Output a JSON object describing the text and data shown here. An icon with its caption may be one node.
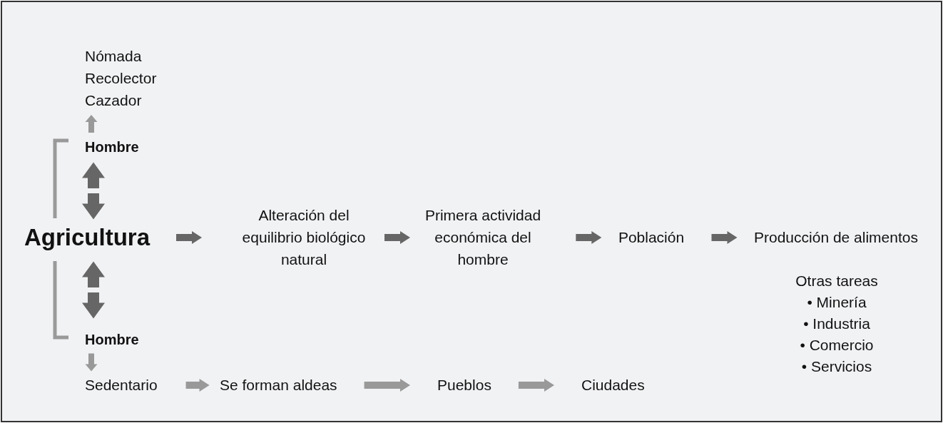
{
  "diagram": {
    "nodes": [
      {
        "text": [
          "Nómada",
          "Recolector",
          "Cazador"
        ]
      },
      {
        "text": [
          "Hombre"
        ]
      },
      {
        "text": [
          "Agricultura"
        ]
      },
      {
        "text": [
          "Hombre"
        ]
      },
      {
        "text": [
          "Sedentario"
        ]
      },
      {
        "text": [
          "Se forman aldeas"
        ]
      },
      {
        "text": [
          "Pueblos"
        ]
      },
      {
        "text": [
          "Ciudades"
        ]
      },
      {
        "text": [
          "Alteración del equilibrio biológico natural"
        ]
      },
      {
        "text": [
          "Primera actividad económica del hombre"
        ]
      },
      {
        "text": [
          "Población"
        ]
      },
      {
        "text": [
          "Producción de alimentos"
        ]
      }
    ],
    "edges": [
      {
        "from": 1,
        "to": 0,
        "arrow": "to",
        "color": "#999999"
      },
      {
        "from": 2,
        "to": 1,
        "arrow": "both",
        "style": "thick"
      },
      {
        "from": 2,
        "to": 3,
        "arrow": "both",
        "style": "thick"
      },
      {
        "from": 3,
        "to": 4,
        "arrow": "to",
        "color": "#999999"
      },
      {
        "from": 4,
        "to": 5,
        "arrow": "to",
        "color": "#999999"
      },
      {
        "from": 5,
        "to": 6,
        "arrow": "to",
        "color": "#999999"
      },
      {
        "from": 6,
        "to": 7,
        "arrow": "to",
        "color": "#999999"
      },
      {
        "from": 2,
        "to": 8,
        "arrow": "to"
      },
      {
        "from": 8,
        "to": 9,
        "arrow": "to"
      },
      {
        "from": 9,
        "to": 10,
        "arrow": "to"
      },
      {
        "from": 10,
        "to": 11,
        "arrow": "to"
      }
    ],
    "labels": [
      "Otras tareas",
      "• Minería",
      "• Industria",
      "• Comercio",
      "• Servicios"
    ]
  }
}
